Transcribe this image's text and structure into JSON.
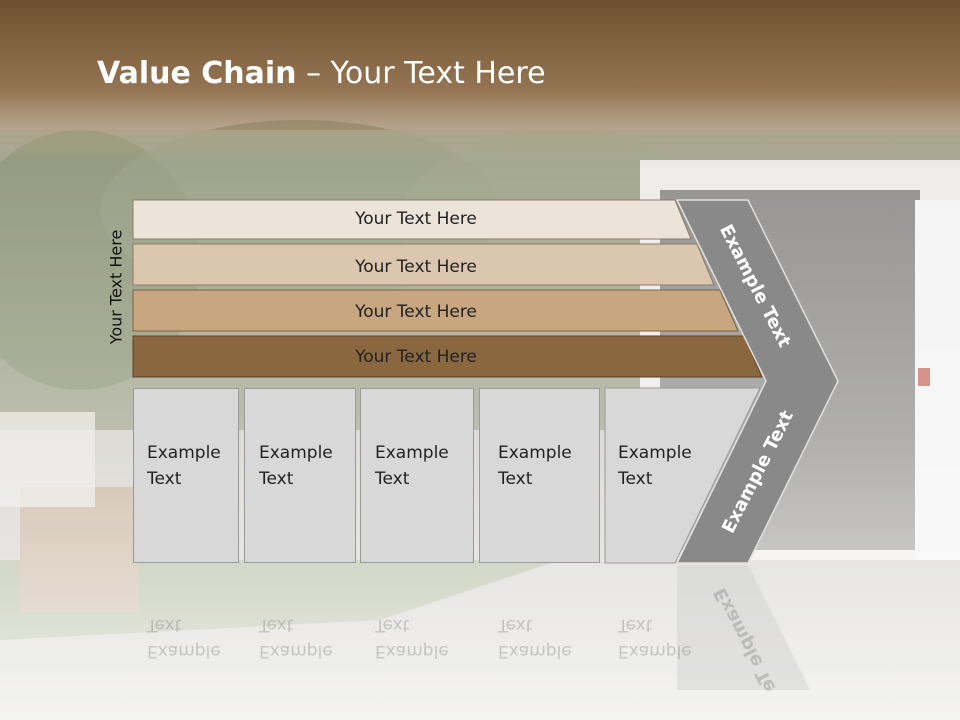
{
  "slide": {
    "title_bold": "Value Chain",
    "title_rest": " – Your Text Here",
    "side_label": "Your Text Here",
    "bars": [
      {
        "label": "Your Text Here",
        "color": "#ece3d9"
      },
      {
        "label": "Your Text Here",
        "color": "#dbc7b0"
      },
      {
        "label": "Your Text Here",
        "color": "#c7a680"
      },
      {
        "label": "Your Text Here",
        "color": "#8b673f"
      }
    ],
    "boxes": [
      {
        "label": "Example\nText"
      },
      {
        "label": "Example\nText"
      },
      {
        "label": "Example\nText"
      },
      {
        "label": "Example\nText"
      },
      {
        "label": "Example\nText"
      }
    ],
    "chevron_top_text": "Example Text",
    "chevron_bottom_text": "Example Text",
    "reflection_text": "Example\nText",
    "reflection_chevron_text": "Example Te"
  }
}
